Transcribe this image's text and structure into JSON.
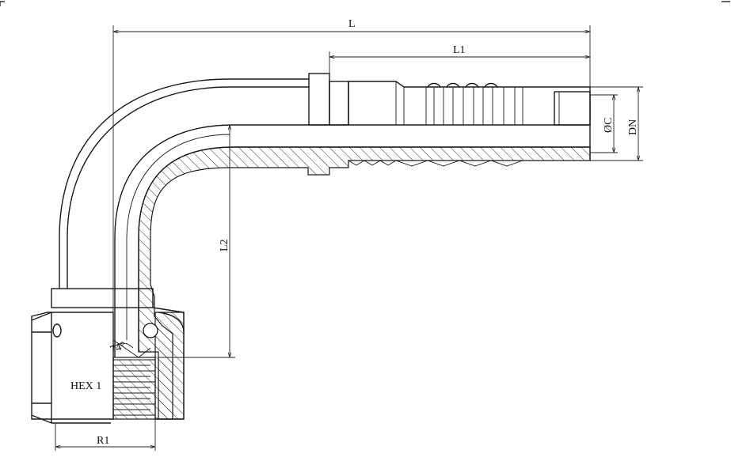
{
  "drawing": {
    "labels": {
      "L": "L",
      "L1": "L1",
      "L2": "L2",
      "C": "ØC",
      "DN": "DN",
      "angle": "74°",
      "hex": "HEX 1",
      "R1": "R1"
    },
    "colors": {
      "line": "#1a1a1a",
      "background": "#ffffff"
    }
  }
}
